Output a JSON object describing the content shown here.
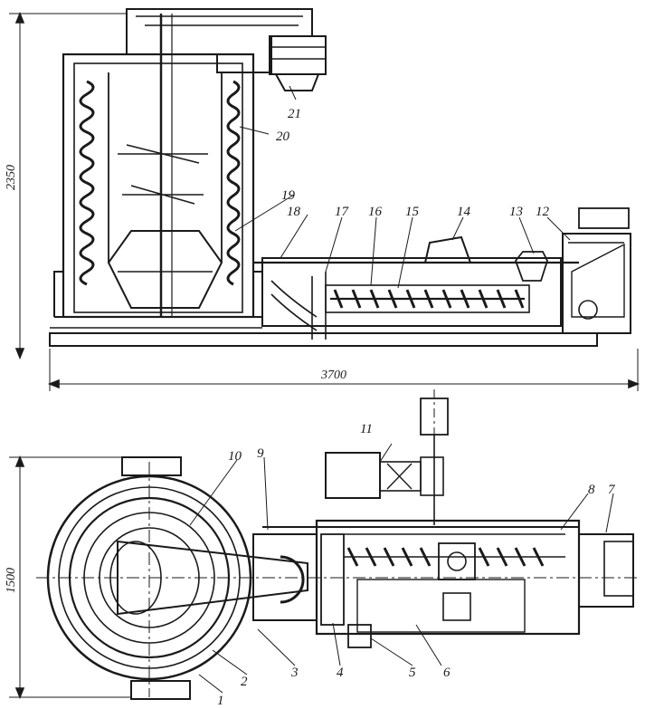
{
  "dimensions": {
    "overall_length": "3700",
    "height_partial": "2350",
    "width_partial": "1500"
  },
  "callouts": {
    "c1": "1",
    "c2": "2",
    "c3": "3",
    "c4": "4",
    "c5": "5",
    "c6": "6",
    "c7": "7",
    "c8": "8",
    "c9": "9",
    "c10": "10",
    "c11": "11",
    "c12": "12",
    "c13": "13",
    "c14": "14",
    "c15": "15",
    "c16": "16",
    "c17": "17",
    "c18": "18",
    "c19": "19",
    "c20": "20",
    "c21": "21"
  }
}
